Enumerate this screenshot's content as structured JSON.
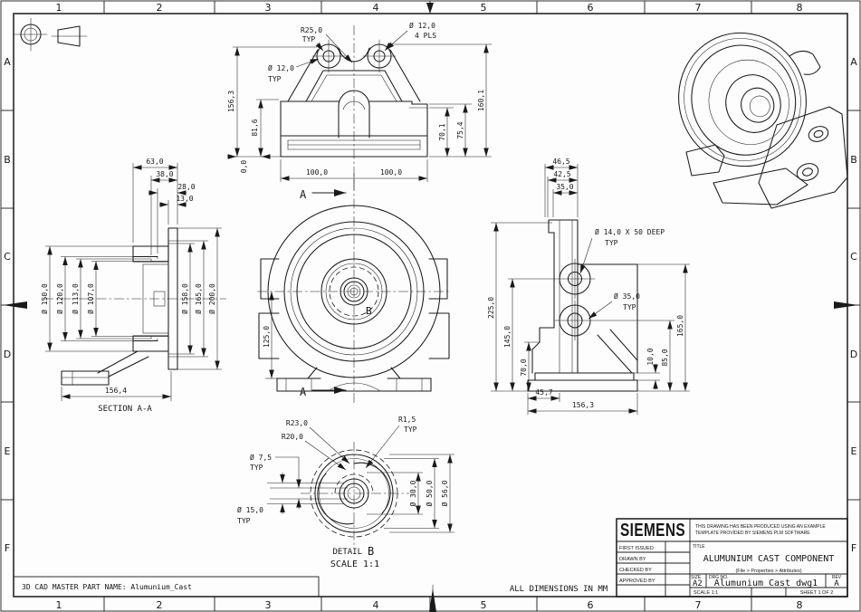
{
  "colors": {
    "ink": "#1a1a1a",
    "paper": "#fdfdfd"
  },
  "border": {
    "top_numbers": [
      "1",
      "2",
      "3",
      "4",
      "5",
      "6",
      "7",
      "8"
    ],
    "bottom_numbers": [
      "1",
      "2",
      "3",
      "4",
      "5",
      "6",
      "7",
      "8"
    ],
    "left_letters": [
      "A",
      "B",
      "C",
      "D",
      "E",
      "F"
    ],
    "right_letters": [
      "A",
      "B",
      "C",
      "D",
      "E",
      "F"
    ]
  },
  "front": {
    "r25": "R25,0",
    "r25_typ": "TYP",
    "d12r": "Ø 12,0",
    "d12r_note": "4 PLS",
    "d12l": "Ø 12,0",
    "d12l_typ": "TYP",
    "h156_3": "156,3",
    "h81_6": "81,6",
    "zero": "0,0",
    "w100_l": "100,0",
    "w100_r": "100,0",
    "h70_1": "70,1",
    "h75_4": "75,4",
    "h160_1": "160,1"
  },
  "section": {
    "w63": "63,0",
    "w38": "38,0",
    "w28": "28,0",
    "w13": "13,0",
    "d150": "Ø 150,0",
    "d120": "Ø 120,0",
    "d113": "Ø 113,0",
    "d107": "Ø 107,0",
    "d158": "Ø 158,0",
    "d165": "Ø 165,0",
    "d200": "Ø 200,0",
    "w156_4": "156,4",
    "label": "SECTION A-A"
  },
  "center": {
    "a_top": "A",
    "a_bottom": "A",
    "h125": "125,0",
    "b": "B"
  },
  "side": {
    "w46_5": "46,5",
    "w42_5": "42,5",
    "w35": "35,0",
    "hole_note": "Ø 14,0 X 50 DEEP",
    "hole_typ": "TYP",
    "boss_note": "Ø 35,0",
    "boss_typ": "TYP",
    "h225": "225,0",
    "h145": "145,0",
    "h70": "70,0",
    "h165": "165,0",
    "h85": "85,0",
    "h10": "10,0",
    "w45_7": "45,7",
    "w156_3": "156,3"
  },
  "detail": {
    "r23": "R23,0",
    "r20": "R20,0",
    "r1_5": "R1,5",
    "r1_5_typ": "TYP",
    "d7_5": "Ø 7,5",
    "d7_5_typ": "TYP",
    "d15": "Ø 15,0",
    "d15_typ": "TYP",
    "d30": "Ø 30,0",
    "d50": "Ø 50,0",
    "d56": "Ø 56,0",
    "label": "DETAIL",
    "label_id": "B",
    "scale": "SCALE 1:1"
  },
  "footer": {
    "master_part": "3D CAD MASTER PART NAME: Alumunium_Cast",
    "units": "ALL DIMENSIONS IN MM"
  },
  "title_block": {
    "logo": "SIEMENS",
    "disclaimer1": "THIS DRAWING HAS BEEN PRODUCED USING AN EXAMPLE",
    "disclaimer2": "TEMPLATE PROVIDED BY SIEMENS PLM SOFTWARE",
    "first_issued": "FIRST ISSUED",
    "drawn_by": "DRAWN BY",
    "checked_by": "CHECKED BY",
    "approved_by": "APPROVED BY",
    "title_label": "TITLE",
    "title": "ALUMUNIUM CAST COMPONENT",
    "subtitle": "(File > Properties > Attributes)",
    "size_label": "SIZE",
    "size": "A2",
    "drg_label": "DRG NO.",
    "drg_no": "Alumunium_Cast_dwg1",
    "rev_label": "REV",
    "rev": "A",
    "scale": "SCALE 1:1",
    "sheet": "SHEET 1 OF 2"
  }
}
